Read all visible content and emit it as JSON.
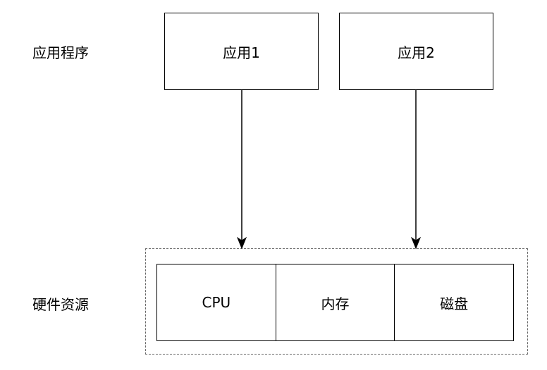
{
  "layers": {
    "applications_label": "应用程序",
    "hardware_label": "硬件资源"
  },
  "apps": [
    "应用1",
    "应用2"
  ],
  "resources": [
    "CPU",
    "内存",
    "磁盘"
  ]
}
